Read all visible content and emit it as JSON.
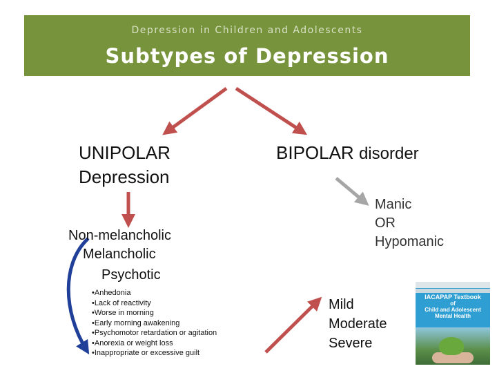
{
  "header": {
    "subtitle": "Depression in Children and Adolescents",
    "title": "Subtypes of Depression"
  },
  "unipolar": {
    "line1": "UNIPOLAR",
    "line2": "Depression"
  },
  "bipolar": {
    "main": "BIPOLAR",
    "suffix": "disorder"
  },
  "manic": {
    "line1": "Manic",
    "line2": "OR",
    "line3": "Hypomanic"
  },
  "subtypes": [
    "Non-melancholic",
    "Melancholic",
    "Psychotic"
  ],
  "symptoms": [
    "Anhedonia",
    "Lack of reactivity",
    "Worse in morning",
    "Early morning awakening",
    "Psychomotor retardation or agitation",
    "Anorexia or weight loss",
    "Inappropriate or excessive guilt"
  ],
  "severity": [
    "Mild",
    "Moderate",
    "Severe"
  ],
  "book": {
    "title": "IACAPAP Textbook",
    "of": "of",
    "subtitle": "Child and Adolescent",
    "subtitle2": "Mental Health"
  },
  "colors": {
    "header_bg": "#77933c",
    "arrow_red": "#c0504d",
    "arrow_gray": "#a6a6a6",
    "curve_blue": "#1f3f99"
  }
}
